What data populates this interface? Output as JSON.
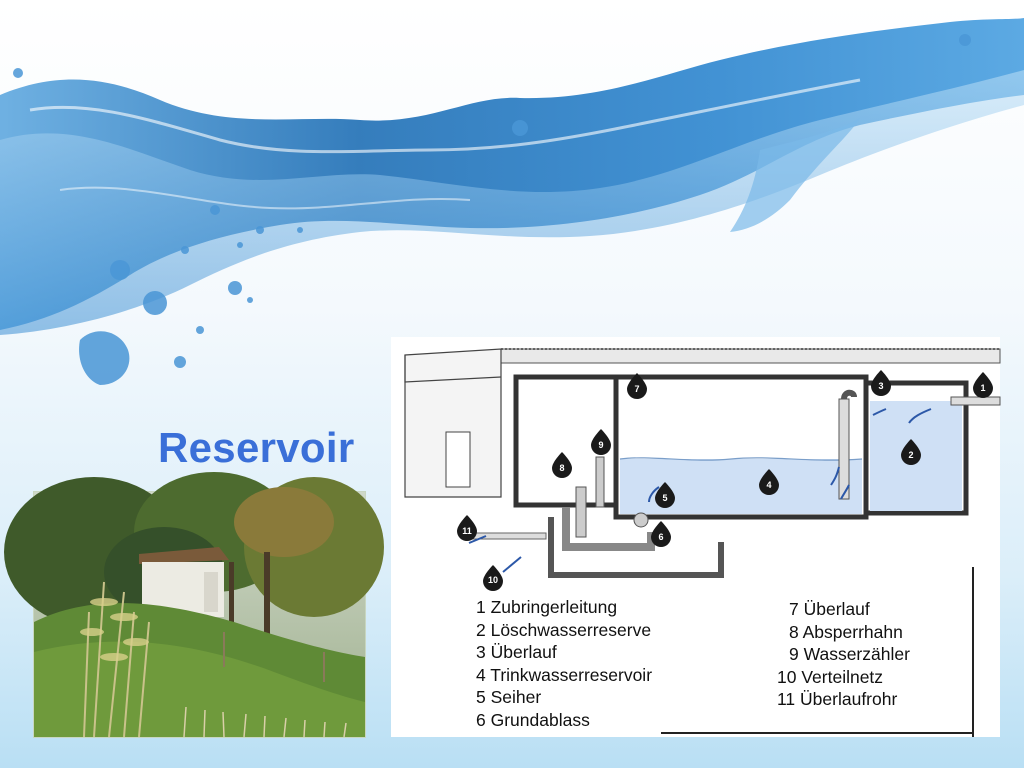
{
  "title": "Reservoir",
  "colors": {
    "title": "#3a6fd8",
    "water_wave": "#2a7fc4",
    "tank_water": "#cfe0f5",
    "marker": "#1a1a1a"
  },
  "photo": {
    "subject": "reservoir-building-photo"
  },
  "diagram": {
    "markers": [
      "1",
      "2",
      "3",
      "4",
      "5",
      "6",
      "7",
      "8",
      "9",
      "10",
      "11"
    ],
    "legend_left": [
      "1 Zubringerleitung",
      "2 Löschwasserreserve",
      "3 Überlauf",
      "4 Trinkwasserreservoir",
      "5 Seiher",
      "6 Grundablass"
    ],
    "legend_right": [
      "7 Überlauf",
      "8 Absperrhahn",
      "9 Wasserzähler",
      "10 Verteilnetz",
      "11 Überlaufrohr"
    ]
  }
}
